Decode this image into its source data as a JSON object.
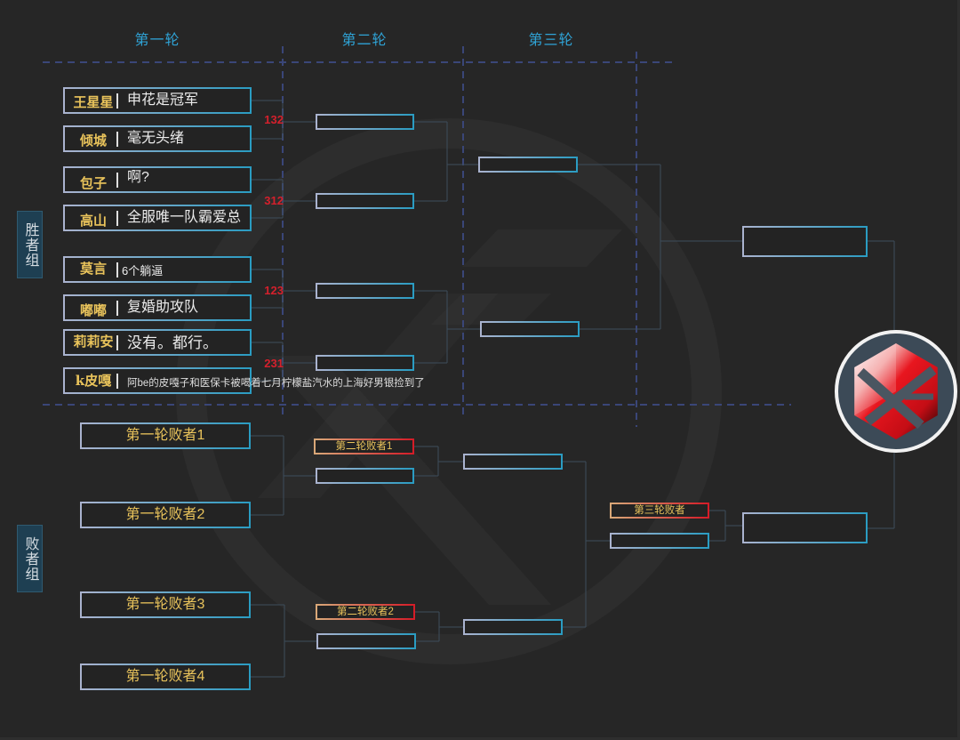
{
  "rounds": [
    "第一轮",
    "第二轮",
    "第三轮"
  ],
  "groups": {
    "winners_label": "胜者组",
    "losers_label": "败者组"
  },
  "winners": {
    "round1": [
      {
        "name": "王星星",
        "team": "申花是冠军"
      },
      {
        "name": "倾城",
        "team": "毫无头绪"
      },
      {
        "name": "包子",
        "team": "啊?"
      },
      {
        "name": "高山",
        "team": "全服唯一队霸爱总"
      },
      {
        "name": "莫言",
        "team": "6个躺逼"
      },
      {
        "name": "嘟嘟",
        "team": "复婚助攻队"
      },
      {
        "name": "莉莉安",
        "team": "没有。都行。"
      },
      {
        "name": "k皮嘎",
        "team": "阿be的皮嘎子和医保卡被喝着七月柠檬盐汽水的上海好男银捡到了"
      }
    ],
    "scores": [
      "132",
      "312",
      "123",
      "231"
    ],
    "round2": [
      "",
      "",
      "",
      ""
    ],
    "round3": [
      "",
      ""
    ],
    "final": ""
  },
  "losers": {
    "round1": [
      "第一轮败者1",
      "第一轮败者2",
      "第一轮败者3",
      "第一轮败者4"
    ],
    "round2": [
      "第二轮败者1",
      "",
      "第二轮败者2",
      ""
    ],
    "round3": [
      "",
      ""
    ],
    "round4": [
      "第三轮败者",
      ""
    ],
    "final": ""
  },
  "logo": {
    "icon": "team-logo-icon"
  },
  "colors": {
    "background": "#262626",
    "round_label": "#2fa3d6",
    "player_name": "#e9c35b",
    "score": "#d4202c",
    "slot_border_start": "#aab3cf",
    "slot_border_end": "#2a9cc2",
    "loser_slot_border_end": "#d51c28",
    "group_label_bg": "#1e3f52"
  }
}
